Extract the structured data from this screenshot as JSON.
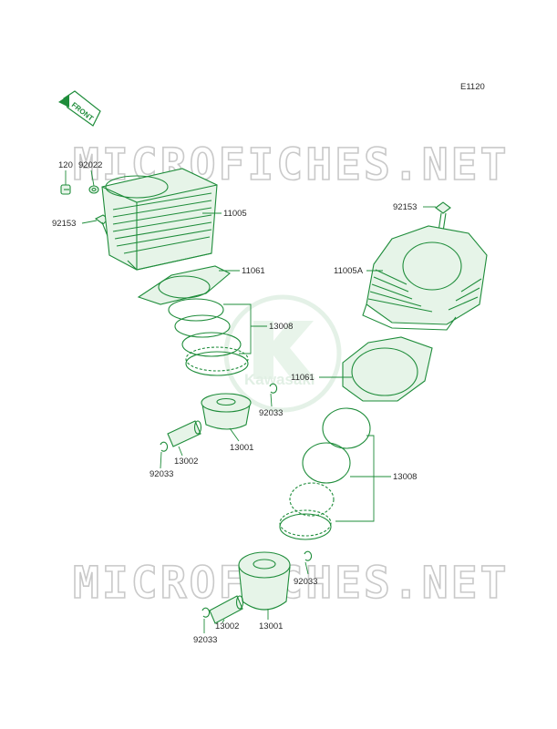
{
  "diagram_code": "E1120",
  "front_label": "FRONT",
  "watermark_top": "MICROFICHES.NET",
  "watermark_bottom": "MICROFICHES.NET",
  "brand_watermark": "Kawasaki",
  "parts": {
    "bolt_120": "120",
    "washer_92022": "92022",
    "stud_92153_front": "92153",
    "cylinder_front": "11005",
    "gasket_front": "11061",
    "rings_front": "13008",
    "circlip_right_front": "92033",
    "piston_front": "13001",
    "pin_front": "13002",
    "circlip_left_front": "92033",
    "stud_92153_rear": "92153",
    "cylinder_rear": "11005A",
    "gasket_rear": "11061",
    "rings_rear": "13008",
    "circlip_right_rear": "92033",
    "pin_rear": "13002",
    "piston_rear": "13001",
    "circlip_left_rear": "92033"
  },
  "colors": {
    "line": "#1e8c3a",
    "text": "#2a2a2a",
    "watermark": "#c9c9c9"
  }
}
